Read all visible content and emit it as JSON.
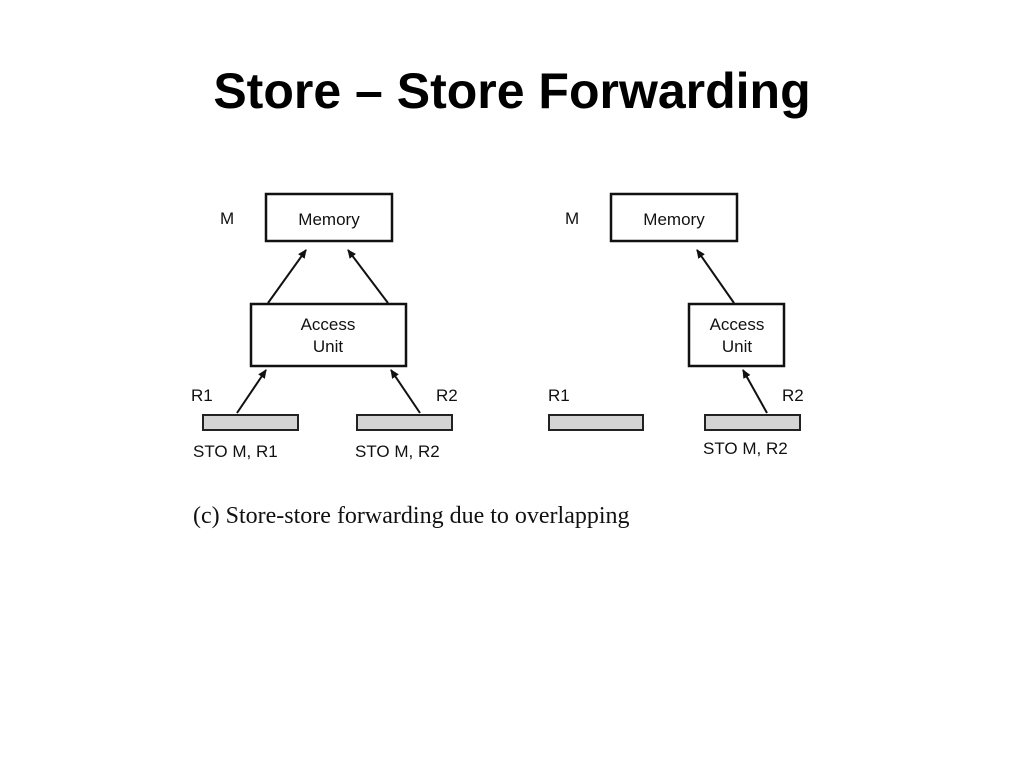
{
  "slide": {
    "title": "Store – Store Forwarding"
  },
  "diagram": {
    "left": {
      "memory_label": "M",
      "memory_box": "Memory",
      "access_unit_line1": "Access",
      "access_unit_line2": "Unit",
      "r1_label": "R1",
      "r2_label": "R2",
      "instr1": "STO M, R1",
      "instr2": "STO M, R2"
    },
    "right": {
      "memory_label": "M",
      "memory_box": "Memory",
      "access_unit_line1": "Access",
      "access_unit_line2": "Unit",
      "r1_label": "R1",
      "r2_label": "R2",
      "instr2": "STO M, R2"
    },
    "caption": "(c) Store-store forwarding due to overlapping"
  }
}
